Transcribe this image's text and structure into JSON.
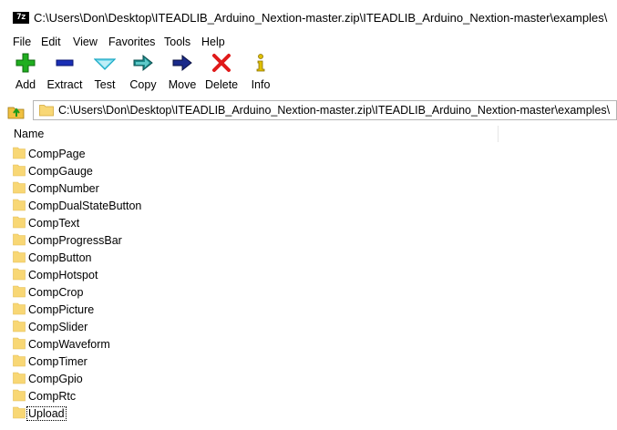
{
  "window": {
    "icon_text": "7z",
    "title": "C:\\Users\\Don\\Desktop\\ITEADLIB_Arduino_Nextion-master.zip\\ITEADLIB_Arduino_Nextion-master\\examples\\"
  },
  "menu": {
    "items": [
      "File",
      "Edit",
      "View",
      "Favorites",
      "Tools",
      "Help"
    ]
  },
  "toolbar": {
    "buttons": [
      {
        "label": "Add",
        "icon": "add-icon",
        "color": "#1fae1f"
      },
      {
        "label": "Extract",
        "icon": "extract-icon",
        "color": "#1a2fb5"
      },
      {
        "label": "Test",
        "icon": "test-icon",
        "color": "#1aa9c4"
      },
      {
        "label": "Copy",
        "icon": "copy-icon",
        "color": "#1a8a8a"
      },
      {
        "label": "Move",
        "icon": "move-icon",
        "color": "#1a2a8a"
      },
      {
        "label": "Delete",
        "icon": "delete-icon",
        "color": "#e01a1a"
      },
      {
        "label": "Info",
        "icon": "info-icon",
        "color": "#e0c000"
      }
    ]
  },
  "address": {
    "path": "C:\\Users\\Don\\Desktop\\ITEADLIB_Arduino_Nextion-master.zip\\ITEADLIB_Arduino_Nextion-master\\examples\\"
  },
  "list": {
    "column_name": "Name",
    "folder_color": "#f8d775",
    "items": [
      "CompPage",
      "CompGauge",
      "CompNumber",
      "CompDualStateButton",
      "CompText",
      "CompProgressBar",
      "CompButton",
      "CompHotspot",
      "CompCrop",
      "CompPicture",
      "CompSlider",
      "CompWaveform",
      "CompTimer",
      "CompGpio",
      "CompRtc",
      "Upload"
    ],
    "focused_item": "Upload"
  }
}
